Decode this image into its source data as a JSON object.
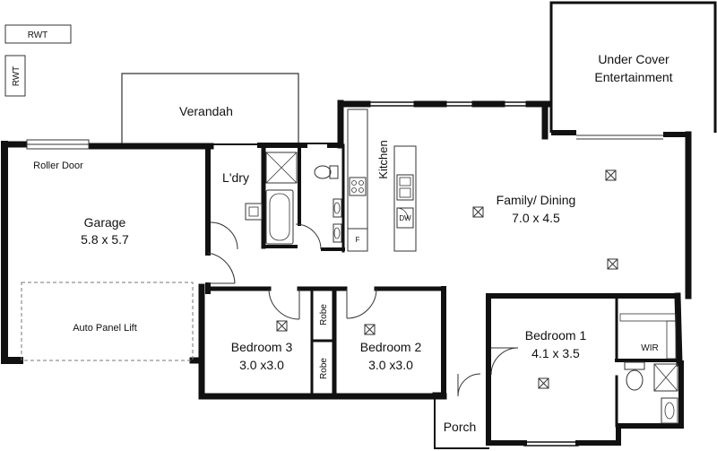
{
  "rooms": {
    "under_cover": {
      "line1": "Under Cover",
      "line2": "Entertainment"
    },
    "verandah": {
      "name": "Verandah"
    },
    "garage": {
      "name": "Garage",
      "size": "5.8 x 5.7"
    },
    "laundry": {
      "name": "L'dry"
    },
    "kitchen": {
      "name": "Kitchen"
    },
    "family_dining": {
      "name": "Family/ Dining",
      "size": "7.0 x 4.5"
    },
    "bedroom1": {
      "name": "Bedroom 1",
      "size": "4.1 x 3.5"
    },
    "bedroom2": {
      "name": "Bedroom 2",
      "size": "3.0 x3.0"
    },
    "bedroom3": {
      "name": "Bedroom 3",
      "size": "3.0 x3.0"
    },
    "porch": {
      "name": "Porch"
    },
    "robe_top": {
      "name": "Robe"
    },
    "robe_bottom": {
      "name": "Robe"
    },
    "wir": {
      "name": "WIR"
    }
  },
  "fixtures": {
    "rwt_horizontal": "RWT",
    "rwt_vertical": "RWT",
    "roller_door": "Roller Door",
    "auto_panel_lift": "Auto Panel Lift",
    "dishwasher": "DW",
    "fridge": "F"
  },
  "colors": {
    "wall": "#111111",
    "line": "#333333",
    "background": "#ffffff"
  }
}
